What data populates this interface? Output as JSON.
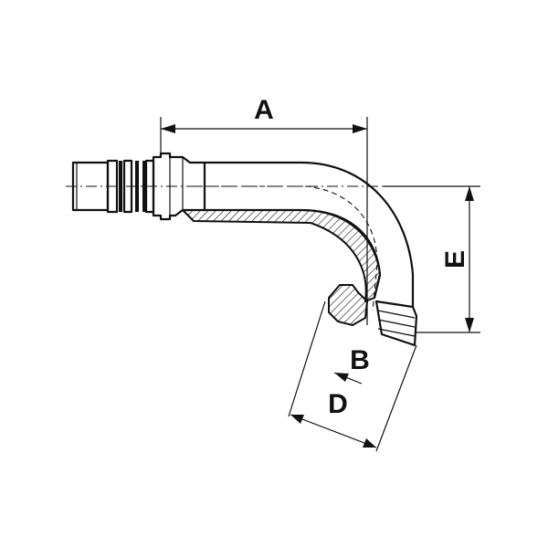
{
  "diagram": {
    "dimensions": {
      "a": "A",
      "b": "B",
      "d": "D",
      "e": "E"
    }
  }
}
